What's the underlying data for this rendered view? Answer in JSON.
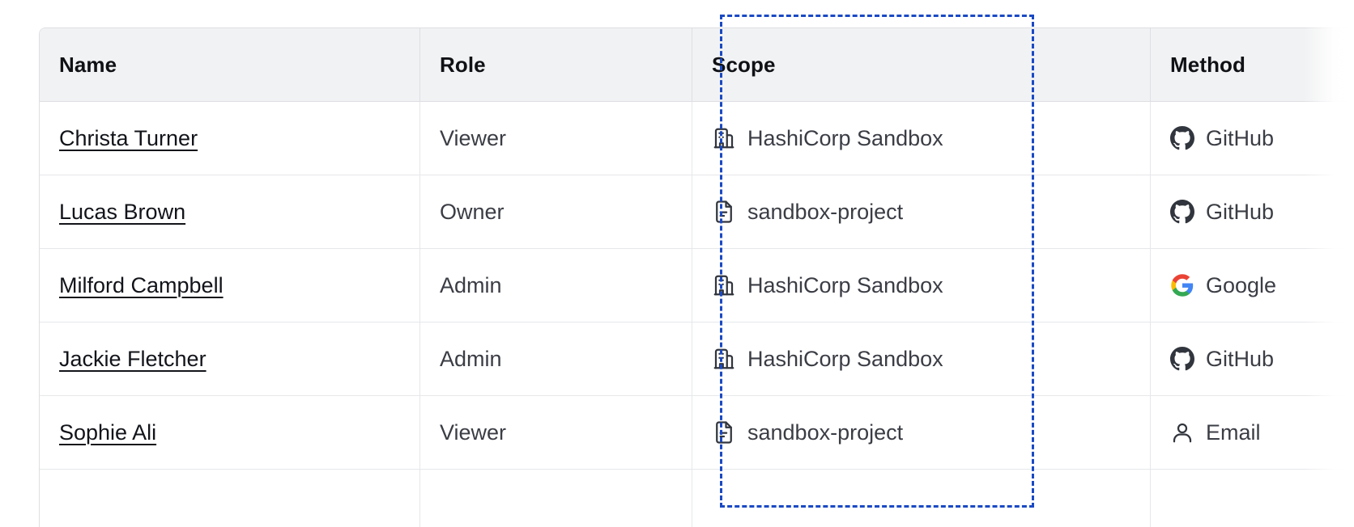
{
  "table": {
    "columns": [
      {
        "key": "name",
        "label": "Name"
      },
      {
        "key": "role",
        "label": "Role"
      },
      {
        "key": "scope",
        "label": "Scope"
      },
      {
        "key": "method",
        "label": "Method"
      }
    ],
    "rows": [
      {
        "name": "Christa Turner",
        "role": "Viewer",
        "scope": "HashiCorp Sandbox",
        "scope_icon": "building-icon",
        "method": "GitHub",
        "method_icon": "github-icon"
      },
      {
        "name": "Lucas Brown",
        "role": "Owner",
        "scope": "sandbox-project",
        "scope_icon": "document-icon",
        "method": "GitHub",
        "method_icon": "github-icon"
      },
      {
        "name": "Milford Campbell",
        "role": "Admin",
        "scope": "HashiCorp Sandbox",
        "scope_icon": "building-icon",
        "method": "Google",
        "method_icon": "google-icon"
      },
      {
        "name": "Jackie Fletcher",
        "role": "Admin",
        "scope": "HashiCorp Sandbox",
        "scope_icon": "building-icon",
        "method": "GitHub",
        "method_icon": "github-icon"
      },
      {
        "name": "Sophie Ali",
        "role": "Viewer",
        "scope": "sandbox-project",
        "scope_icon": "document-icon",
        "method": "Email",
        "method_icon": "user-icon"
      }
    ]
  },
  "highlight": {
    "target_column": "Scope",
    "border_color": "#1a49c4",
    "style": "dashed"
  },
  "colors": {
    "header_background": "#f1f2f3",
    "row_border": "#e6e7ea",
    "text_primary": "#0f1115",
    "text_secondary": "#3b3d45",
    "google_blue": "#4285F4",
    "google_red": "#EA4335",
    "google_yellow": "#FBBC05",
    "google_green": "#34A853",
    "github_dark": "#31353D"
  }
}
